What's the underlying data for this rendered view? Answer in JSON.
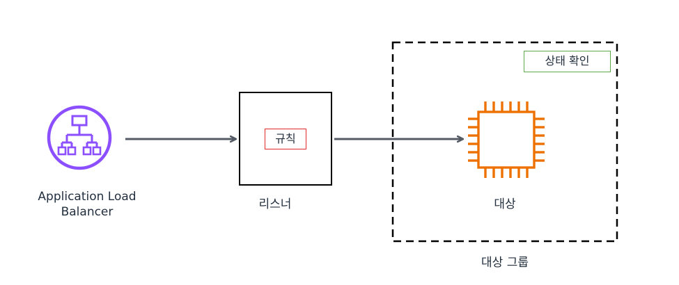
{
  "alb": {
    "label_line1": "Application Load",
    "label_line2": "Balancer",
    "icon": "application-load-balancer-icon",
    "color": "#8c4fff"
  },
  "listener": {
    "label": "리스너",
    "rule_label": "규칙",
    "rule_border_color": "#e02a2a"
  },
  "target": {
    "label": "대상",
    "icon": "compute-instance-chip-icon",
    "color": "#ed7100"
  },
  "target_group": {
    "label": "대상 그룹",
    "health_check_label": "상태 확인",
    "health_check_border_color": "#5fa84a"
  },
  "arrow_color": "#545b64"
}
